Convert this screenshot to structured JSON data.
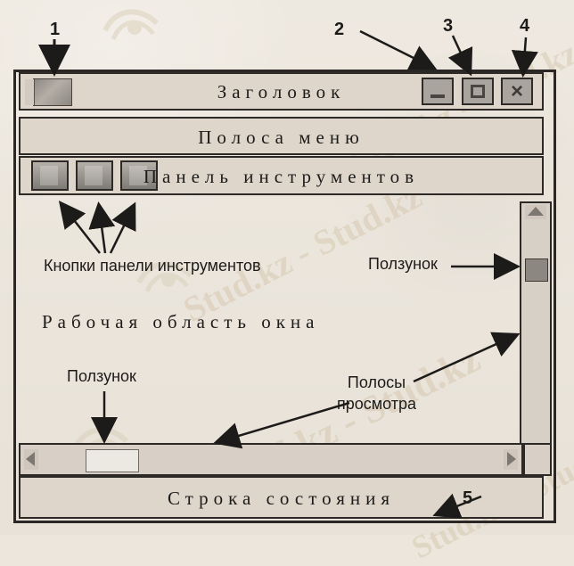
{
  "diagram": {
    "labels": {
      "one": "1",
      "two": "2",
      "three": "3",
      "four": "4",
      "five": "5",
      "toolbar_buttons": "Кнопки панели инструментов",
      "slider_right": "Ползунок",
      "work_area": "Рабочая область окна",
      "slider_bottom": "Ползунок",
      "scrollbars_line1": "Полосы",
      "scrollbars_line2": "просмотра"
    },
    "bars": {
      "title": "Заголовок",
      "menu": "Полоса меню",
      "toolbar": "Панель инструментов",
      "status": "Строка состояния"
    },
    "controls": {
      "close_symbol": "×"
    },
    "watermark": {
      "text": "Stud.kz - Stud.kz"
    },
    "icons": {
      "logo": "stud-kz-logo-icon",
      "arrow": "arrow-icon"
    },
    "colors": {
      "paper": "#ece6dc",
      "ink": "#1d1b19",
      "panel": "#ded6cb",
      "button_fill": "#a9a49e"
    }
  }
}
